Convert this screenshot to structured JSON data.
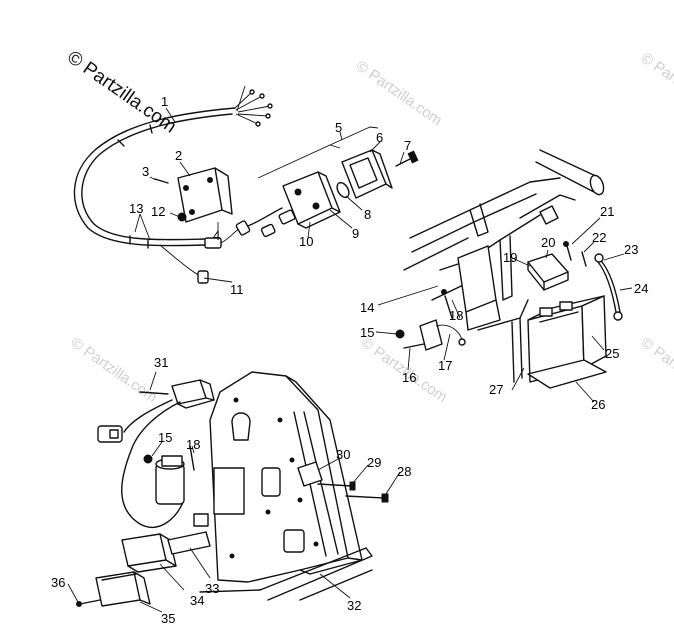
{
  "watermark": {
    "main_text": "© Partzilla.com",
    "faded_text": "© Partzilla.com"
  },
  "callouts": {
    "c1": "1",
    "c2": "2",
    "c3": "3",
    "c4": "4",
    "c5": "5",
    "c6": "6",
    "c7": "7",
    "c8": "8",
    "c9": "9",
    "c10": "10",
    "c11": "11",
    "c12": "12",
    "c13": "13",
    "c14": "14",
    "c15a": "15",
    "c15b": "15",
    "c16": "16",
    "c17": "17",
    "c18a": "18",
    "c18b": "18",
    "c19": "19",
    "c20": "20",
    "c21": "21",
    "c22": "22",
    "c23": "23",
    "c24": "24",
    "c25": "25",
    "c26": "26",
    "c27": "27",
    "c28": "28",
    "c29": "29",
    "c30": "30",
    "c31": "31",
    "c32": "32",
    "c33": "33",
    "c34": "34",
    "c35": "35",
    "c36": "36"
  }
}
